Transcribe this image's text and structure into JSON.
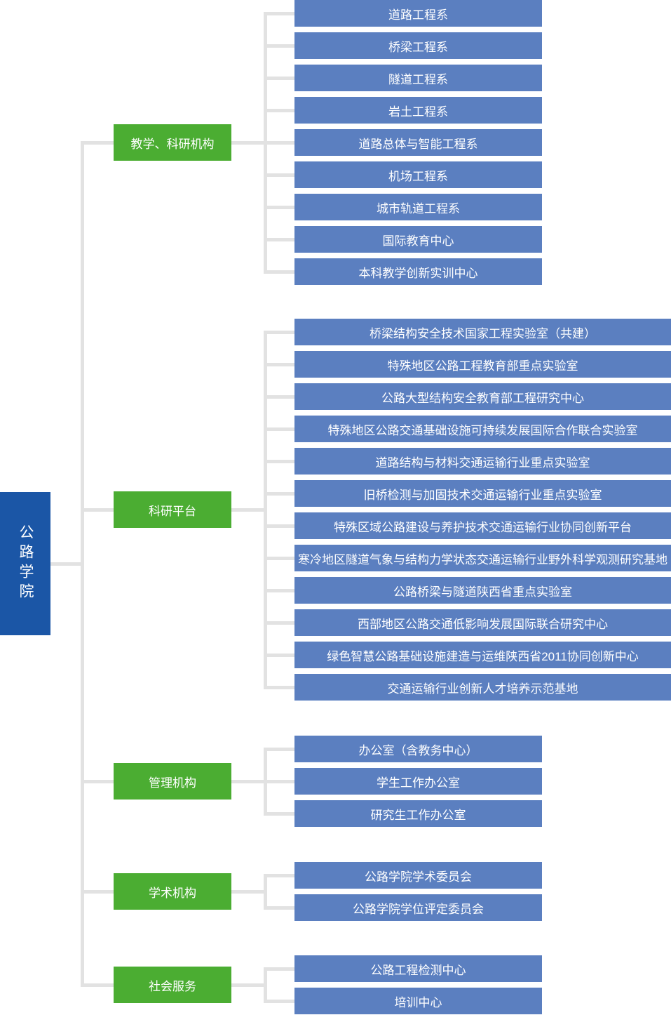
{
  "root": {
    "label": "公路学院"
  },
  "groups": [
    {
      "label": "教学、科研机构",
      "children": [
        "道路工程系",
        "桥梁工程系",
        "隧道工程系",
        "岩土工程系",
        "道路总体与智能工程系",
        "机场工程系",
        "城市轨道工程系",
        "国际教育中心",
        "本科教学创新实训中心"
      ]
    },
    {
      "label": "科研平台",
      "children": [
        "桥梁结构安全技术国家工程实验室（共建）",
        "特殊地区公路工程教育部重点实验室",
        "公路大型结构安全教育部工程研究中心",
        "特殊地区公路交通基础设施可持续发展国际合作联合实验室",
        "道路结构与材料交通运输行业重点实验室",
        "旧桥检测与加固技术交通运输行业重点实验室",
        "特殊区域公路建设与养护技术交通运输行业协同创新平台",
        "寒冷地区隧道气象与结构力学状态交通运输行业野外科学观测研究基地",
        "公路桥梁与隧道陕西省重点实验室",
        "西部地区公路交通低影响发展国际联合研究中心",
        "绿色智慧公路基础设施建造与运维陕西省2011协同创新中心",
        "交通运输行业创新人才培养示范基地"
      ]
    },
    {
      "label": "管理机构",
      "children": [
        "办公室（含教务中心）",
        "学生工作办公室",
        "研究生工作办公室"
      ]
    },
    {
      "label": "学术机构",
      "children": [
        "公路学院学术委员会",
        "公路学院学位评定委员会"
      ]
    },
    {
      "label": "社会服务",
      "children": [
        "公路工程检测中心",
        "培训中心"
      ]
    }
  ],
  "colors": {
    "root_blue": "#1B56A6",
    "item_blue": "#5B7FC0",
    "category_green": "#4BAD32",
    "connector_gray": "#E2E2E2"
  }
}
